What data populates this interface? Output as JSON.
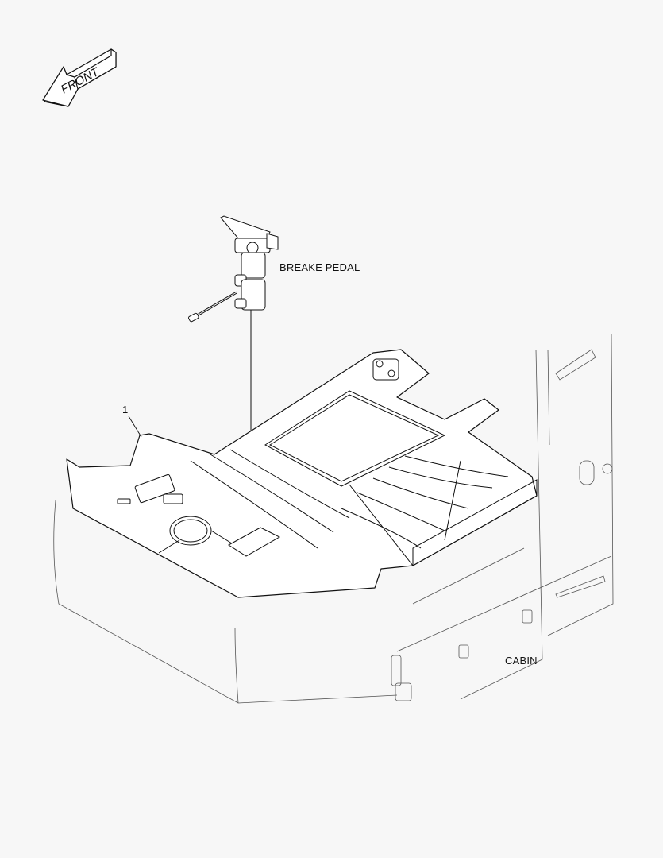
{
  "diagram": {
    "front_arrow_label": "FRONT",
    "callouts": [
      {
        "id": "part-1",
        "text": "1"
      }
    ],
    "labels": {
      "brake_pedal": "BREAKE PEDAL",
      "cabin": "CABIN"
    },
    "colors": {
      "background": "#f7f7f7",
      "line": "#111111",
      "light_line": "#555555"
    }
  }
}
